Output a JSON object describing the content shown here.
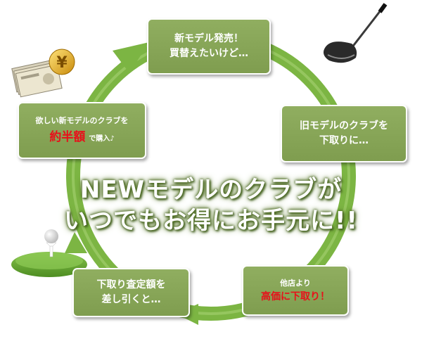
{
  "diagram": {
    "colors": {
      "cycle_arrow": "#7cb543",
      "box_fill": "#86a455",
      "box_border": "#ffffff",
      "highlight_text": "#e8101a",
      "headline_glow": "#5b7a2b"
    },
    "steps": [
      {
        "lines": [
          "新モデル発売！",
          "買替えたいけど…"
        ]
      },
      {
        "lines": [
          "旧モデルのクラブを",
          "下取りに…"
        ]
      },
      {
        "top": "他店より",
        "highlight": "高価に下取り！"
      },
      {
        "lines": [
          "下取り査定額を",
          "差し引くと…"
        ]
      },
      {
        "top": "欲しい新モデルのクラブを",
        "highlight": "約半額",
        "suffix": "で購入♪"
      }
    ],
    "headline": [
      "NEWモデルのクラブが",
      "いつでもお得にお手元に!!"
    ],
    "illustrations": [
      "golf-driver-icon",
      "yen-money-icon",
      "golf-tee-ball-icon"
    ]
  }
}
